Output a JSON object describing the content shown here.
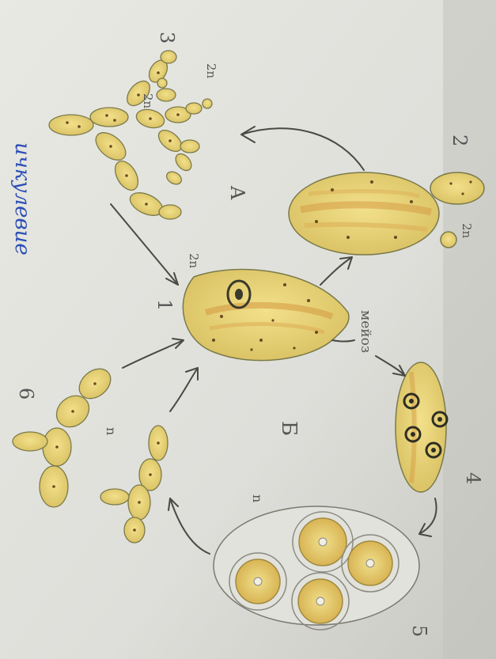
{
  "photo": {
    "description_colors": {
      "paper": "#e6e6e0",
      "cell_fill": "#e9d77a",
      "cell_stroke": "#6a6a3a",
      "stripe": "#d8a94a",
      "dot": "#7a5a2a",
      "pencil": "#555555",
      "ink_blue": "#2d4fb6"
    },
    "labels": {
      "num_1": "1",
      "num_2": "2",
      "num_3": "3",
      "num_4": "4",
      "num_5": "5",
      "num_6": "6",
      "letter_a": "A",
      "letter_b": "Б",
      "ploidy_2n_a": "2n",
      "ploidy_2n_b": "2n",
      "ploidy_2n_c": "2n",
      "ploidy_2n_d": "2n",
      "ploidy_n_a": "n",
      "ploidy_n_b": "n",
      "meiosis": "мейоз",
      "ink_top": "ичкулевие"
    }
  }
}
